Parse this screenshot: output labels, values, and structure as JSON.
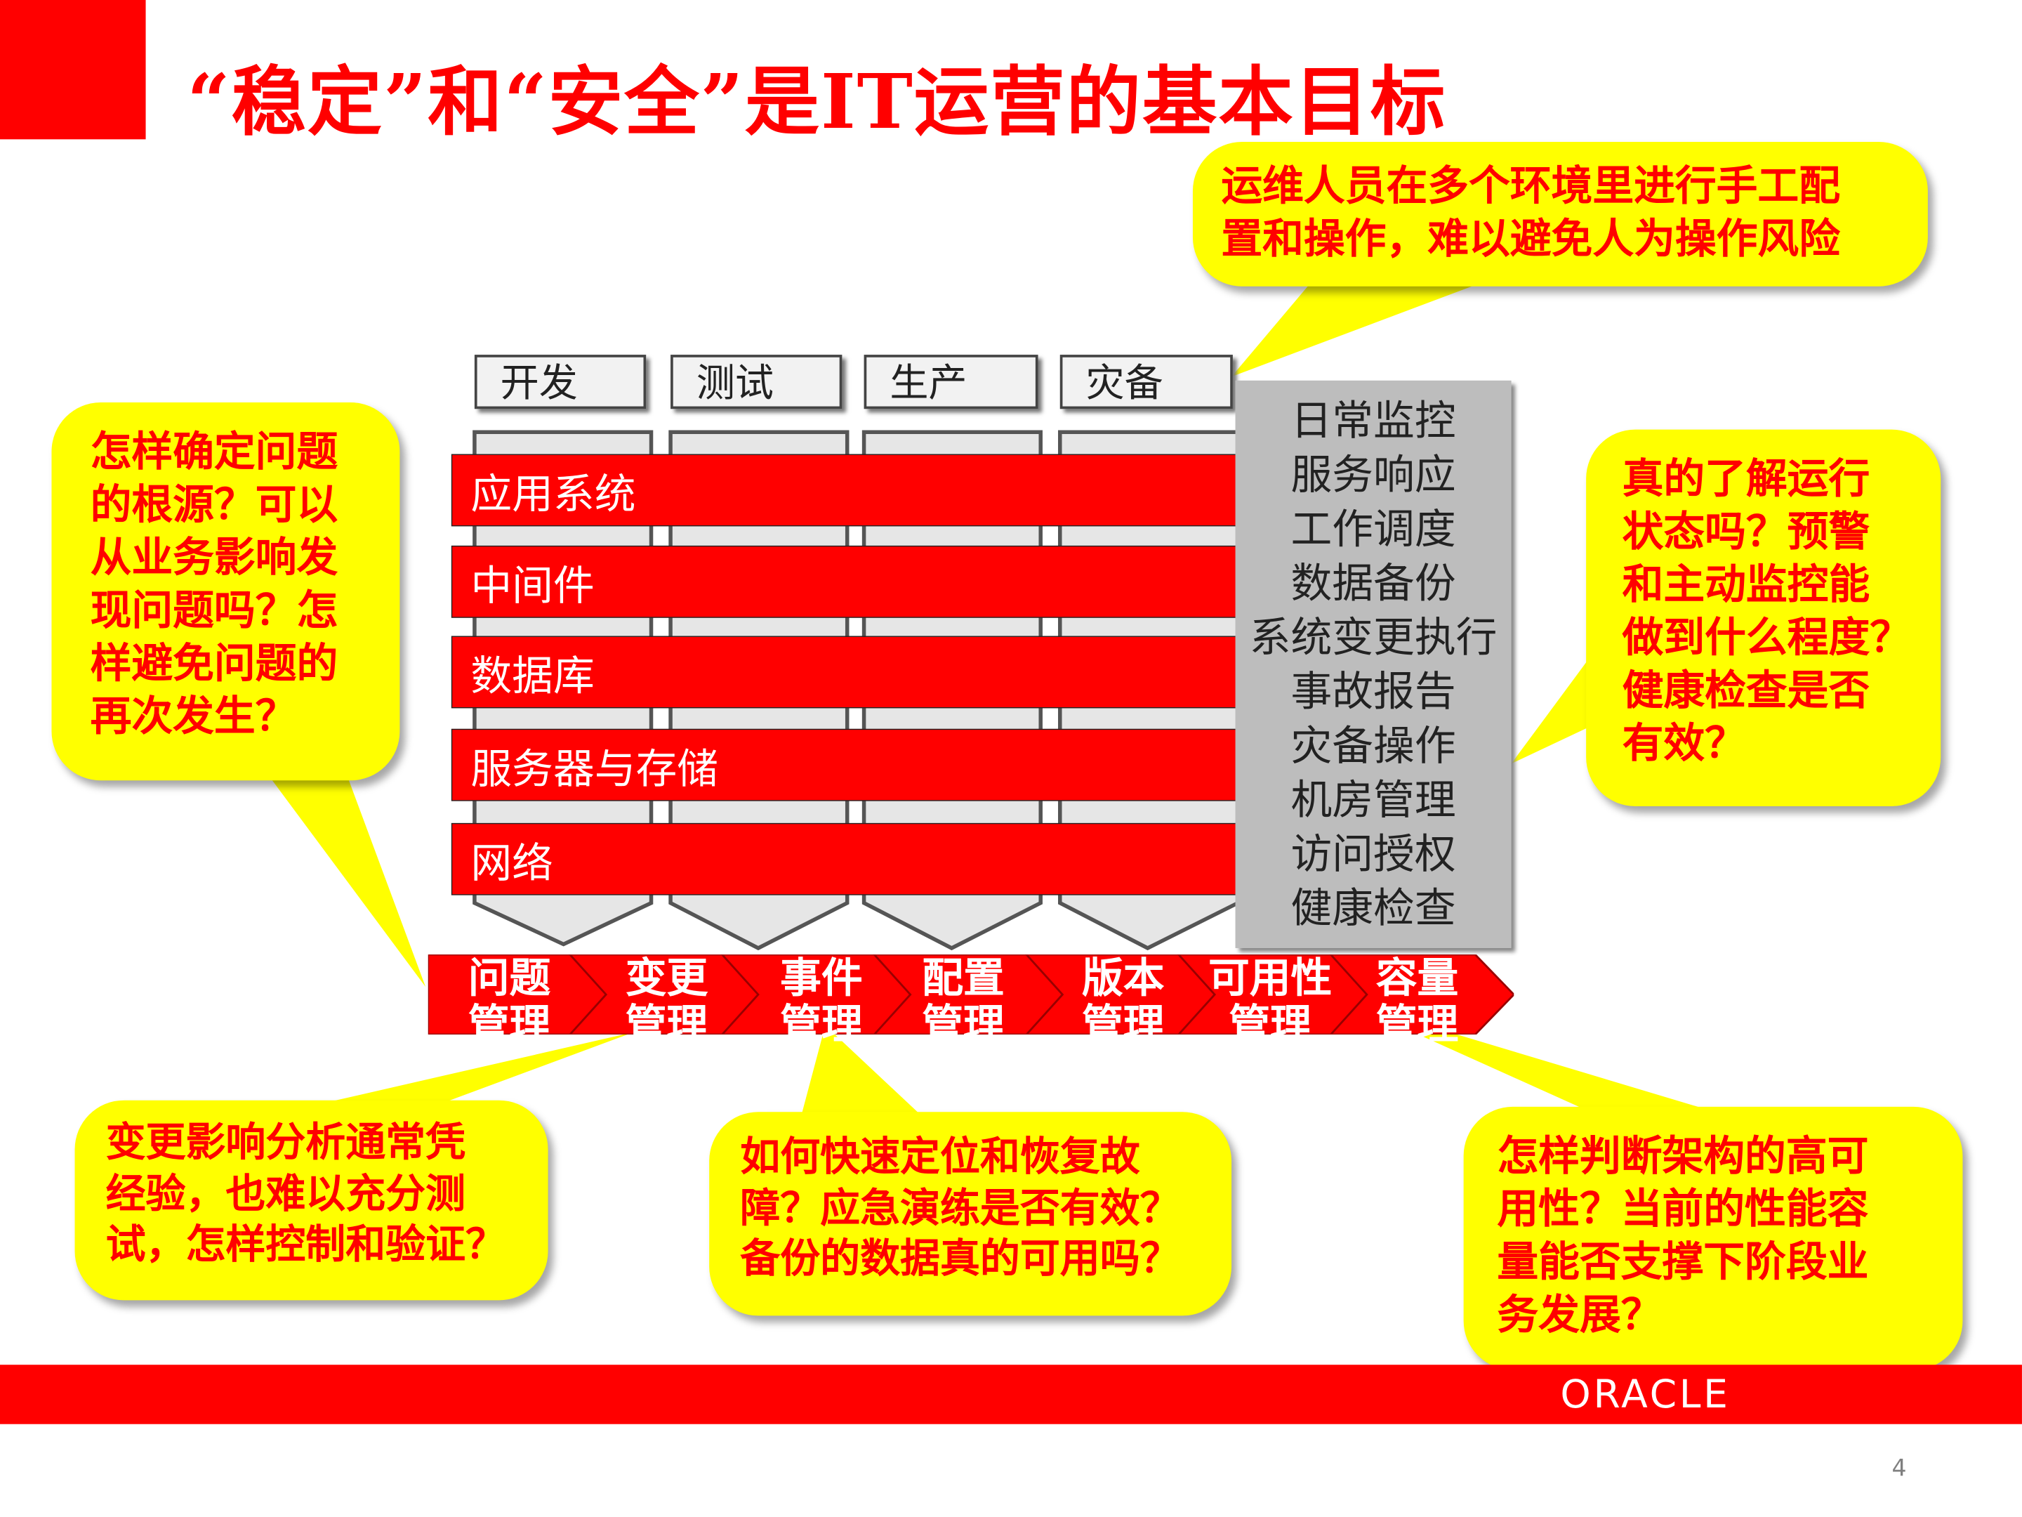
{
  "title": "“稳定”和“安全”是IT运营的基本目标",
  "environments": [
    "开发",
    "测试",
    "生产",
    "灾备"
  ],
  "layers": [
    "应用系统",
    "中间件",
    "数据库",
    "服务器与存储",
    "网络"
  ],
  "operations": [
    "日常监控",
    "服务响应",
    "工作调度",
    "数据备份",
    "系统变更执行",
    "事故报告",
    "灾备操作",
    "机房管理",
    "访问授权",
    "健康检查"
  ],
  "processes": [
    {
      "line1": "问题",
      "line2": "管理"
    },
    {
      "line1": "变更",
      "line2": "管理"
    },
    {
      "line1": "事件",
      "line2": "管理"
    },
    {
      "line1": "配置",
      "line2": "管理"
    },
    {
      "line1": "版本",
      "line2": "管理"
    },
    {
      "line1": "可用性",
      "line2": "管理"
    },
    {
      "line1": "容量",
      "line2": "管理"
    }
  ],
  "callouts": {
    "top_right": [
      "运维人员在多个环境里进行手工配",
      "置和操作，难以避免人为操作风险"
    ],
    "left": [
      "怎样确定问题",
      "的根源？可以",
      "从业务影响发",
      "现问题吗？怎",
      "样避免问题的",
      "再次发生？"
    ],
    "right": [
      "真的了解运行",
      "状态吗？预警",
      "和主动监控能",
      "做到什么程度？",
      "健康检查是否",
      "有效？"
    ],
    "bottom_left": [
      "变更影响分析通常凭",
      "经验，也难以充分测",
      "试，怎样控制和验证？"
    ],
    "bottom_center": [
      "如何快速定位和恢复故",
      "障？应急演练是否有效？",
      "备份的数据真的可用吗？"
    ],
    "bottom_right": [
      "怎样判断架构的高可",
      "用性？当前的性能容",
      "量能否支撑下阶段业",
      "务发展？"
    ]
  },
  "footer": {
    "logo": "ORACLE",
    "page_number": "4"
  },
  "colors": {
    "accent_red": "#ff0000",
    "callout_yellow": "#ffff00",
    "ops_gray": "#bdbdbd"
  }
}
